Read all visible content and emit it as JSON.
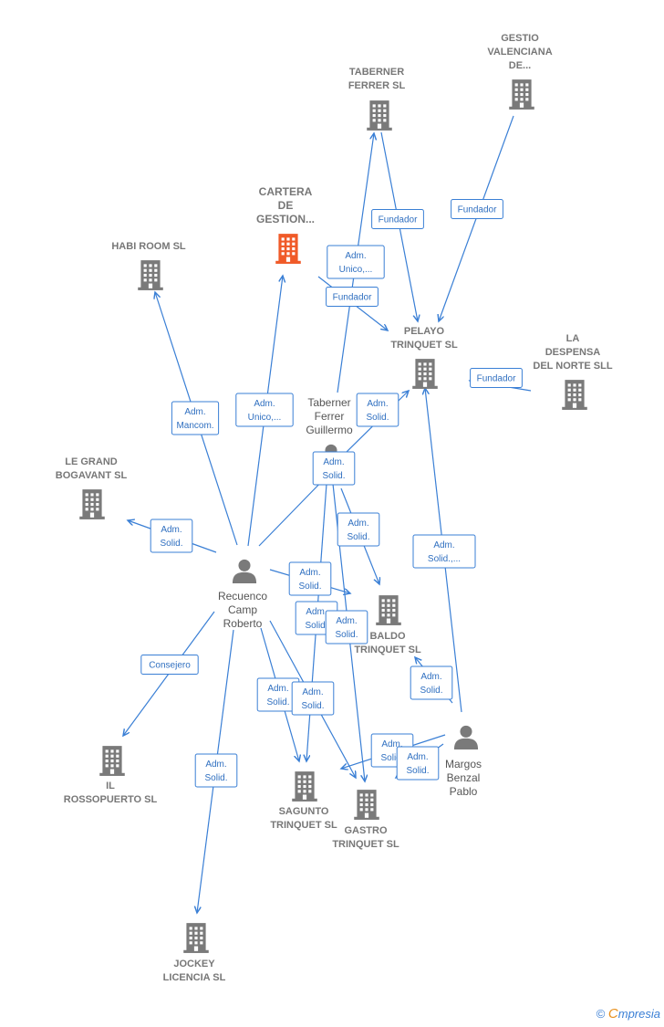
{
  "companies": [
    {
      "id": "cartera",
      "lines": [
        "CARTERA",
        "DE",
        "GESTION..."
      ],
      "highlight": true
    },
    {
      "id": "taberner_ferrer_sl",
      "lines": [
        "TABERNER",
        "FERRER  SL"
      ]
    },
    {
      "id": "gestio",
      "lines": [
        "GESTIO",
        "VALENCIANA",
        "DE..."
      ]
    },
    {
      "id": "habi",
      "lines": [
        "HABI ROOM  SL"
      ]
    },
    {
      "id": "pelayo",
      "lines": [
        "PELAYO",
        "TRINQUET  SL"
      ]
    },
    {
      "id": "despensa",
      "lines": [
        "LA",
        "DESPENSA",
        "DEL NORTE SLL"
      ]
    },
    {
      "id": "grand",
      "lines": [
        "LE GRAND",
        "BOGAVANT  SL"
      ]
    },
    {
      "id": "baldo",
      "lines": [
        "BALDO",
        "TRINQUET  SL"
      ]
    },
    {
      "id": "rossopuerto",
      "lines": [
        "IL",
        "ROSSOPUERTO SL"
      ]
    },
    {
      "id": "sagunto",
      "lines": [
        "SAGUNTO",
        "TRINQUET  SL"
      ]
    },
    {
      "id": "gastro",
      "lines": [
        "GASTRO",
        "TRINQUET  SL"
      ]
    },
    {
      "id": "jockey",
      "lines": [
        "JOCKEY",
        "LICENCIA  SL"
      ]
    }
  ],
  "persons": [
    {
      "id": "taberner_g",
      "lines": [
        "Taberner",
        "Ferrer",
        "Guillermo"
      ]
    },
    {
      "id": "recuenco",
      "lines": [
        "Recuenco",
        "Camp",
        "Roberto"
      ]
    },
    {
      "id": "margos",
      "lines": [
        "Margos",
        "Benzal",
        "Pablo"
      ]
    }
  ],
  "edges": [
    {
      "from": "taberner_ferrer_sl",
      "to": "pelayo",
      "label": [
        "Fundador"
      ]
    },
    {
      "from": "gestio",
      "to": "pelayo",
      "label": [
        "Fundador"
      ]
    },
    {
      "from": "cartera",
      "to": "pelayo",
      "label": [
        "Fundador"
      ]
    },
    {
      "from": "despensa",
      "to": "pelayo",
      "label": [
        "Fundador"
      ]
    },
    {
      "from": "taberner_g",
      "to": "taberner_ferrer_sl",
      "label": [
        "Adm.",
        "Unico,..."
      ]
    },
    {
      "from": "taberner_g",
      "to": "pelayo",
      "label": [
        "Adm.",
        "Solid."
      ]
    },
    {
      "from": "taberner_g",
      "to": "baldo",
      "label": [
        "Adm.",
        "Solid."
      ]
    },
    {
      "from": "taberner_g",
      "to": "sagunto",
      "label": [
        "Adm.",
        "Solid."
      ]
    },
    {
      "from": "taberner_g",
      "to": "gastro",
      "label": [
        "Adm.",
        "Solid."
      ]
    },
    {
      "from": "recuenco",
      "to": "habi",
      "label": [
        "Adm.",
        "Mancom."
      ]
    },
    {
      "from": "recuenco",
      "to": "cartera",
      "label": [
        "Adm.",
        "Unico,..."
      ]
    },
    {
      "from": "recuenco",
      "to": "grand",
      "label": [
        "Adm.",
        "Solid."
      ]
    },
    {
      "from": "recuenco",
      "to": "baldo",
      "label": [
        "Adm.",
        "Solid."
      ]
    },
    {
      "from": "recuenco",
      "to": "rossopuerto",
      "label": [
        "Consejero"
      ]
    },
    {
      "from": "recuenco",
      "to": "jockey",
      "label": [
        "Adm.",
        "Solid."
      ]
    },
    {
      "from": "recuenco",
      "to": "sagunto",
      "label": [
        "Adm.",
        "Solid."
      ]
    },
    {
      "from": "recuenco",
      "to": "gastro",
      "label": [
        "Adm.",
        "Solid."
      ]
    },
    {
      "from": "recuenco",
      "to": "taberner_g",
      "label": [
        "Adm.",
        "Solid."
      ]
    },
    {
      "from": "margos",
      "to": "pelayo",
      "label": [
        "Adm.",
        "Solid.,..."
      ]
    },
    {
      "from": "margos",
      "to": "baldo",
      "label": [
        "Adm.",
        "Solid."
      ]
    },
    {
      "from": "margos",
      "to": "gastro",
      "label": [
        "Adm.",
        "Solid."
      ]
    },
    {
      "from": "margos",
      "to": "sagunto",
      "label": [
        "Adm.",
        "Solid."
      ]
    }
  ],
  "colors": {
    "edge": "#3a7fd5",
    "building": "#7a7a7a",
    "highlight": "#f05a28",
    "person": "#7a7a7a"
  },
  "footer": {
    "copyright": "©",
    "brand_e": "C",
    "brand_rest": "mpresia"
  }
}
